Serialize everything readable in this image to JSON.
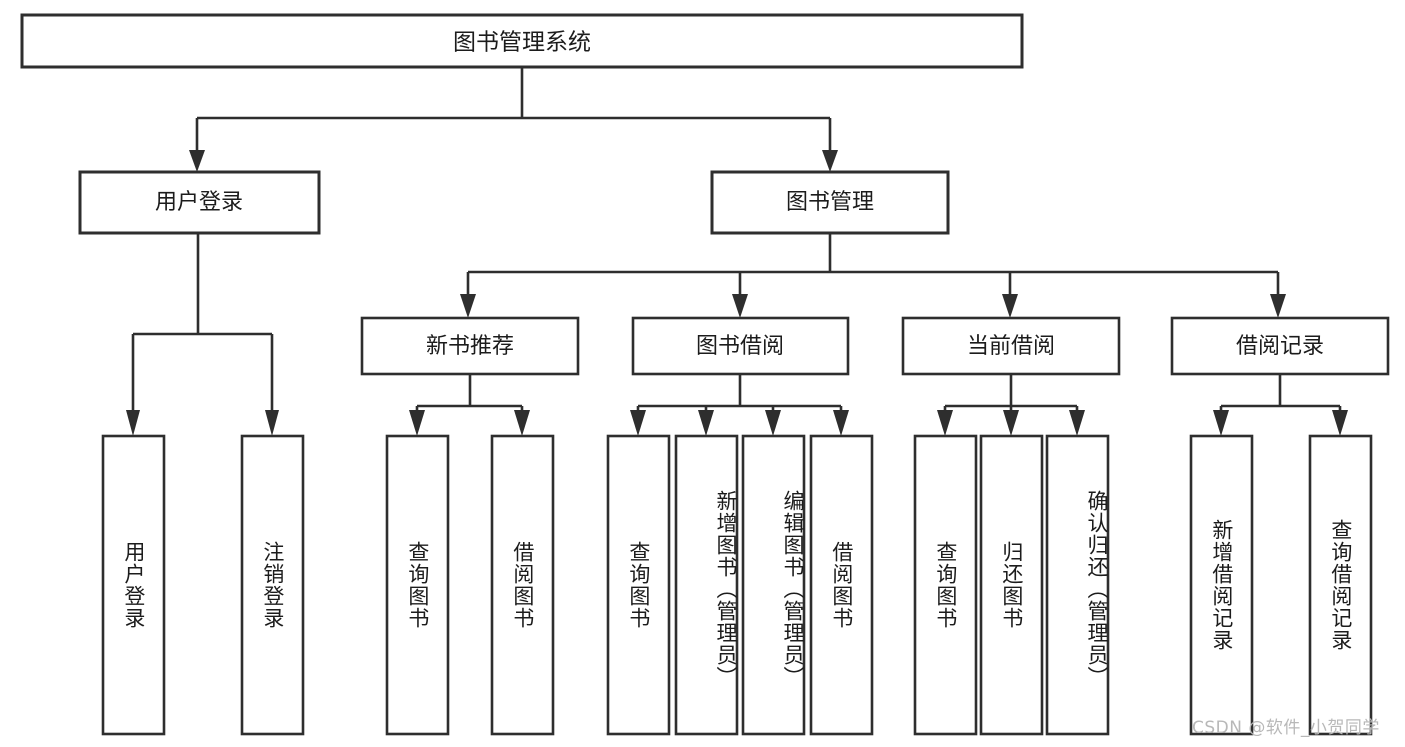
{
  "diagram": {
    "type": "tree-hierarchy",
    "title": "图书管理系统",
    "watermark": "CSDN @软件_小贺同学",
    "colors": {
      "stroke": "#2e2e2e",
      "fill": "#ffffff",
      "text": "#1c1c1c",
      "watermark": "#b8b8b8"
    },
    "levels": {
      "root": {
        "label": "图书管理系统"
      },
      "level1": [
        {
          "id": "user-login",
          "label": "用户登录"
        },
        {
          "id": "book-management",
          "label": "图书管理"
        }
      ],
      "level2": [
        {
          "id": "new-book-recommend",
          "label": "新书推荐",
          "parent": "book-management"
        },
        {
          "id": "book-borrow",
          "label": "图书借阅",
          "parent": "book-management"
        },
        {
          "id": "current-borrow",
          "label": "当前借阅",
          "parent": "book-management"
        },
        {
          "id": "borrow-record",
          "label": "借阅记录",
          "parent": "book-management"
        }
      ],
      "leaves": [
        {
          "id": "leaf-user-login",
          "label": "用户登录",
          "parent": "user-login"
        },
        {
          "id": "leaf-logout-login",
          "label": "注销登录",
          "parent": "user-login"
        },
        {
          "id": "leaf-query-book-1",
          "label": "查询图书",
          "parent": "new-book-recommend"
        },
        {
          "id": "leaf-borrow-book-1",
          "label": "借阅图书",
          "parent": "new-book-recommend"
        },
        {
          "id": "leaf-query-book-2",
          "label": "查询图书",
          "parent": "book-borrow"
        },
        {
          "id": "leaf-add-book",
          "label": "新增图书（管理员）",
          "parent": "book-borrow"
        },
        {
          "id": "leaf-edit-book",
          "label": "编辑图书（管理员）",
          "parent": "book-borrow"
        },
        {
          "id": "leaf-borrow-book-2",
          "label": "借阅图书",
          "parent": "book-borrow"
        },
        {
          "id": "leaf-query-book-3",
          "label": "查询图书",
          "parent": "current-borrow"
        },
        {
          "id": "leaf-return-book",
          "label": "归还图书",
          "parent": "current-borrow"
        },
        {
          "id": "leaf-confirm-return",
          "label": "确认归还（管理员）",
          "parent": "current-borrow"
        },
        {
          "id": "leaf-add-record",
          "label": "新增借阅记录",
          "parent": "borrow-record"
        },
        {
          "id": "leaf-query-record",
          "label": "查询借阅记录",
          "parent": "borrow-record"
        }
      ]
    }
  }
}
